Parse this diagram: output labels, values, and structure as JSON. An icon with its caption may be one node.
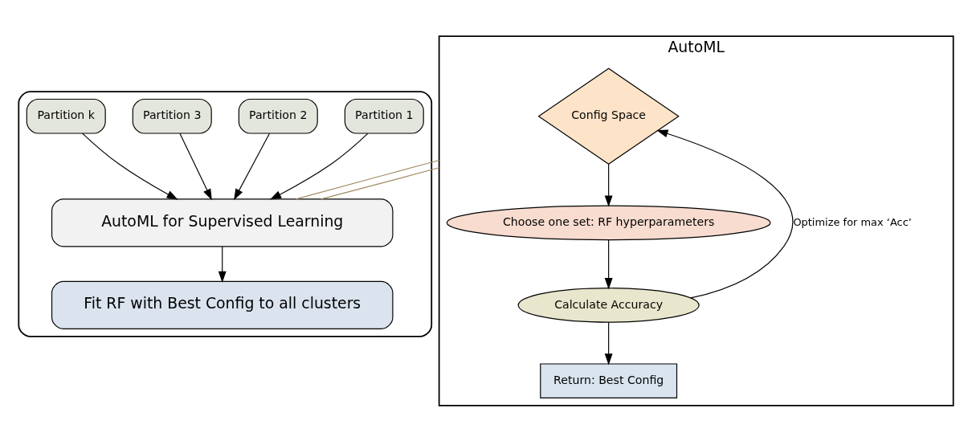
{
  "diagram": {
    "nodes": [
      {
        "text": [],
        "shape": "box"
      },
      {
        "text": [
          "Partition 1"
        ],
        "in": 0
      },
      {
        "text": [
          "Partition 2"
        ],
        "in": 0
      },
      {
        "text": [
          "Partition 3"
        ],
        "in": 0
      },
      {
        "text": [
          "Partition k"
        ],
        "in": 0
      },
      {
        "text": [
          "AutoML for Supervised Learning"
        ],
        "in": 0
      },
      {
        "text": [
          "Fit RF with Best Config to all clusters"
        ],
        "in": 0
      },
      {
        "text": [
          "AutoML"
        ]
      },
      {
        "text": [
          "Config Space"
        ],
        "in": 7
      },
      {
        "text": [
          "Choose one set: RF hyperparameters"
        ],
        "in": 7
      },
      {
        "text": [
          "Calculate Accuracy"
        ],
        "in": 7
      },
      {
        "text": [
          "Return: Best Config"
        ],
        "in": 7
      }
    ],
    "edges": [
      {
        "from": 1,
        "to": 5,
        "arrow": "to"
      },
      {
        "from": 2,
        "to": 5,
        "arrow": "to"
      },
      {
        "from": 3,
        "to": 5,
        "arrow": "to"
      },
      {
        "from": 4,
        "to": 5,
        "arrow": "to"
      },
      {
        "from": 5,
        "to": 6,
        "arrow": "to"
      },
      {
        "from": 5,
        "to": 7,
        "arrow": "none",
        "color": "#a08c64"
      },
      {
        "from": 5,
        "to": 7,
        "arrow": "none",
        "color": "#a08c64"
      },
      {
        "from": 8,
        "to": 9,
        "arrow": "to"
      },
      {
        "from": 9,
        "to": 10,
        "arrow": "to"
      },
      {
        "from": 10,
        "to": 8,
        "arrow": "to",
        "label": "Optimize for max ‘Acc’"
      },
      {
        "from": 10,
        "to": 11,
        "arrow": "to"
      }
    ]
  }
}
